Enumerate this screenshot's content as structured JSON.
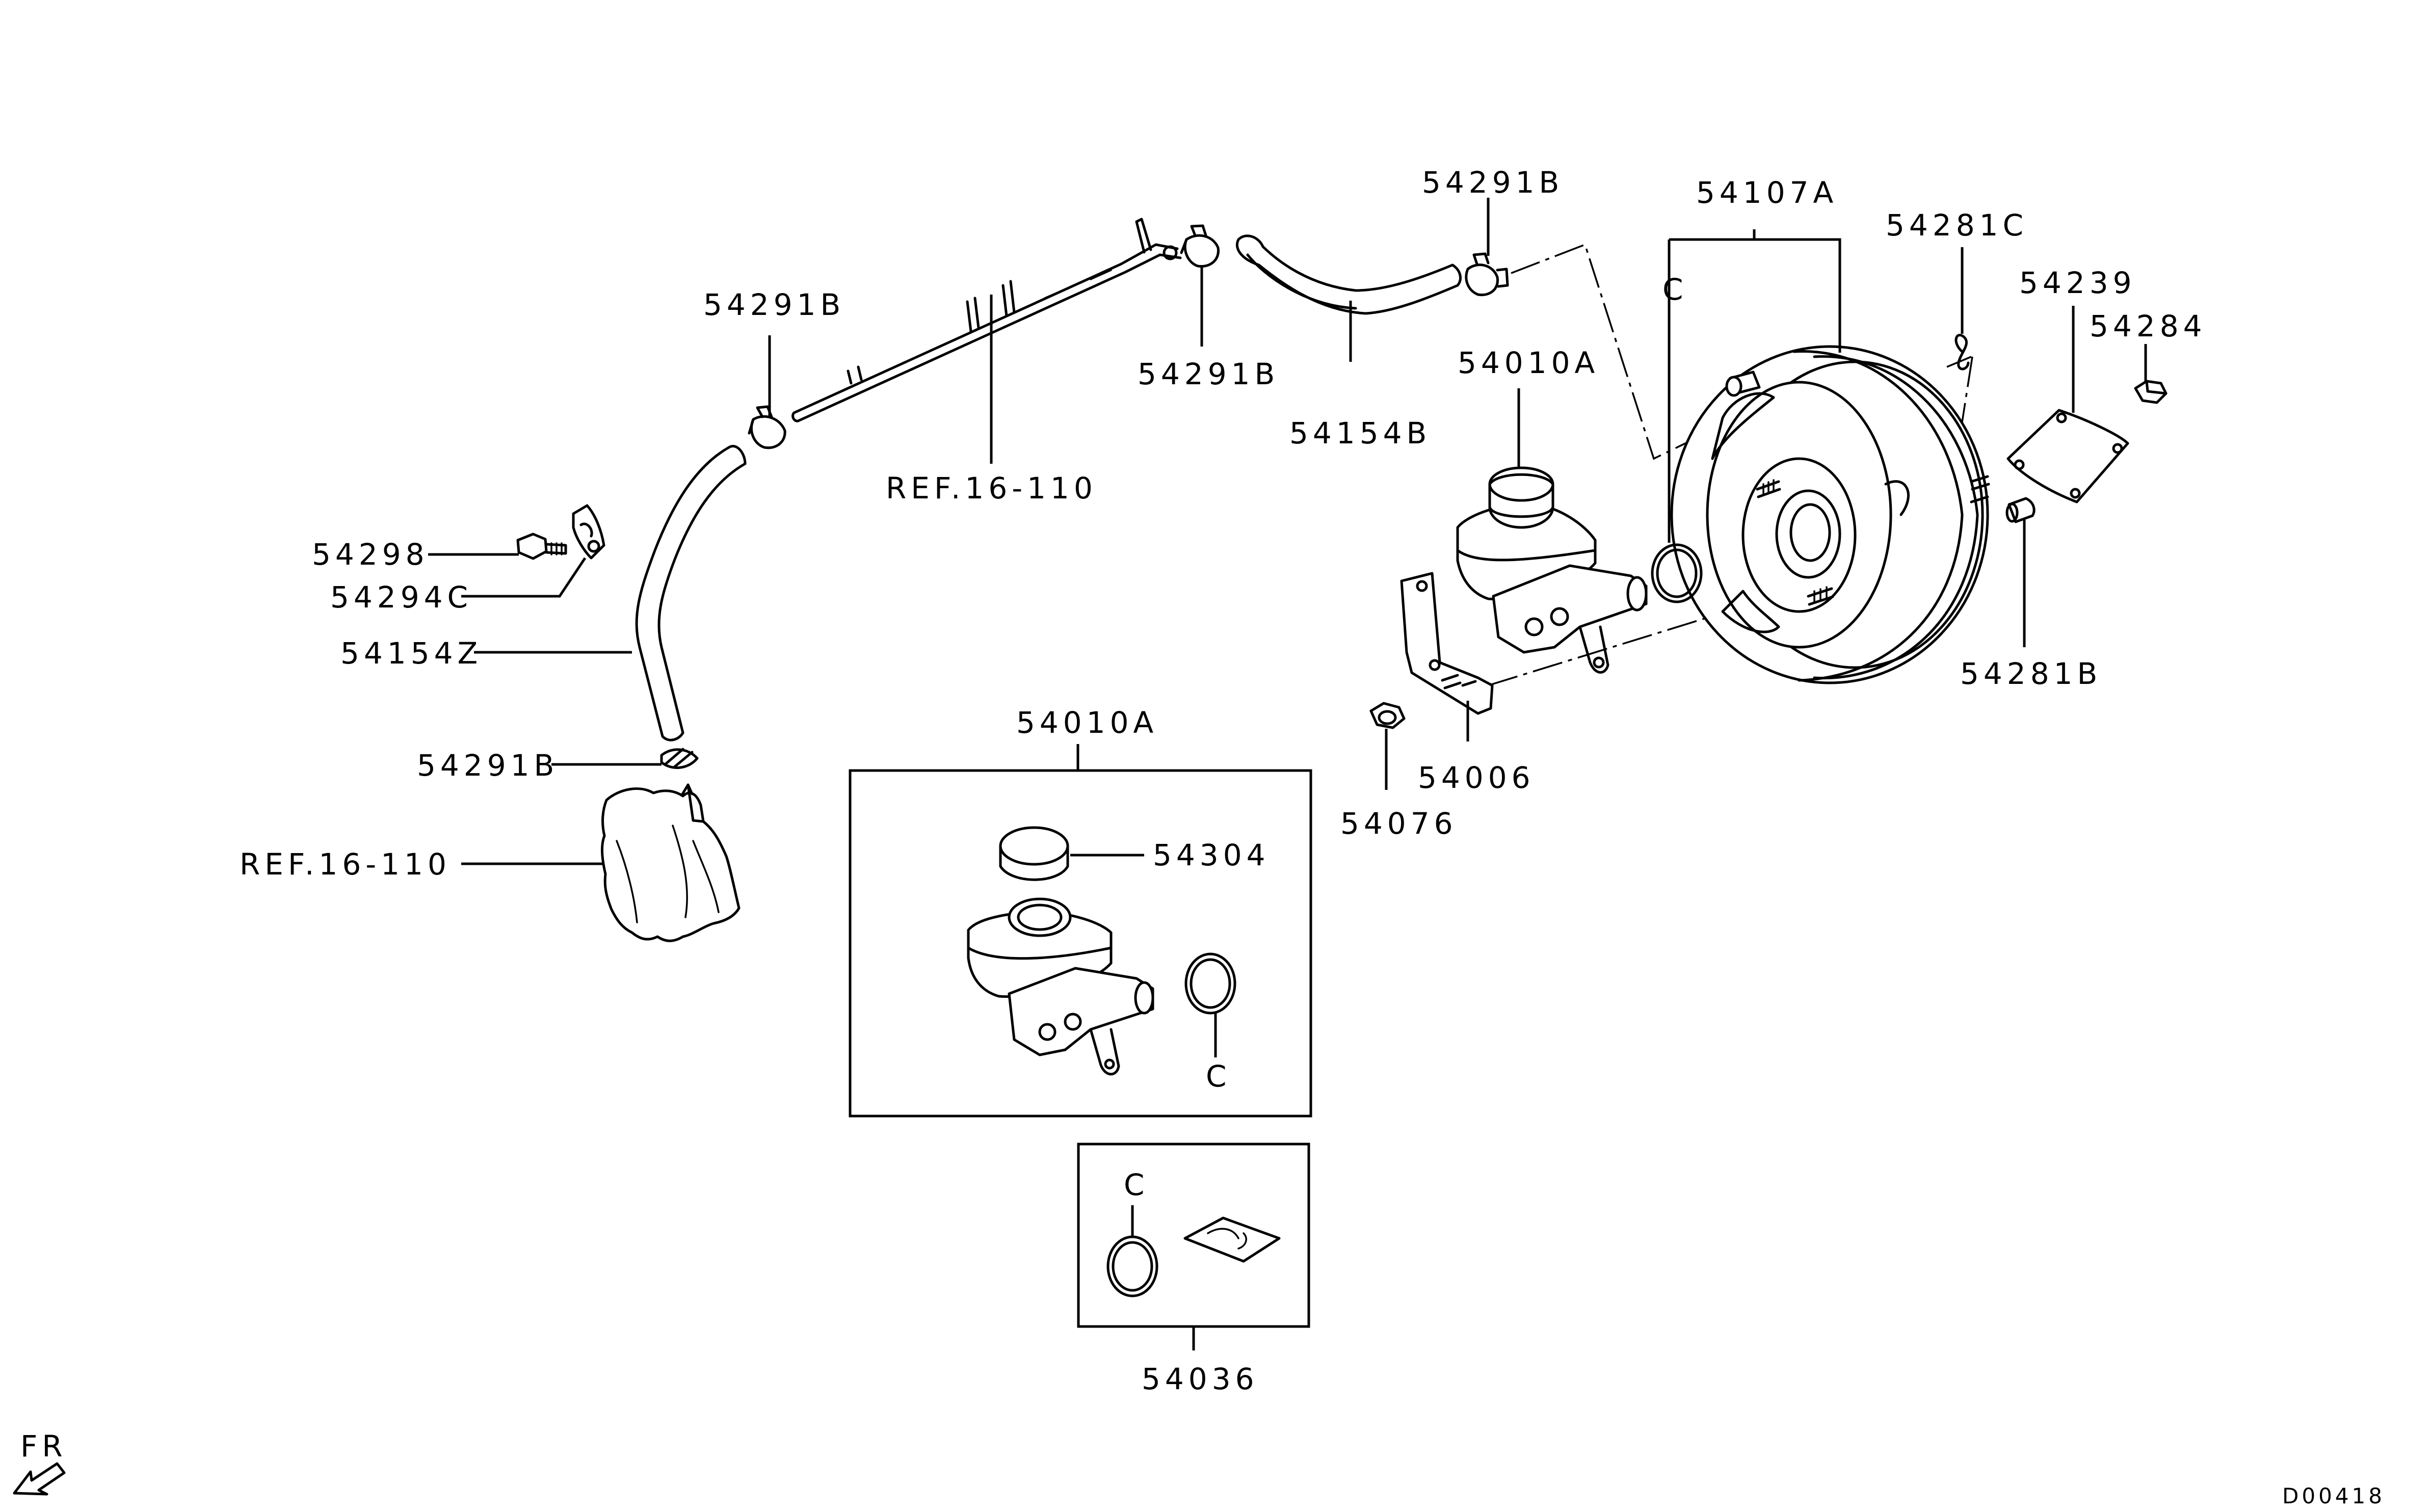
{
  "labels": {
    "p54291b_top_left": "54291B",
    "p54291b_mid": "54291B",
    "p54291b_top_right": "54291B",
    "p54291b_bottom": "54291B",
    "p54107a": "54107A",
    "p54281c": "54281C",
    "p54239": "54239",
    "p54284": "54284",
    "p54010a_main": "54010A",
    "p54154b": "54154B",
    "ref_pipe": "REF.16-110",
    "ref_transmission": "REF.16-110",
    "p54298": "54298",
    "p54294c": "54294C",
    "p54154z": "54154Z",
    "p54281b": "54281B",
    "p54006": "54006",
    "p54076": "54076",
    "p54010a_box": "54010A",
    "p54304": "54304",
    "p54036": "54036",
    "c_booster": "C",
    "c_box1": "C",
    "c_box2": "C"
  },
  "footer": {
    "front_marker": "FR",
    "drawing_code": "D00418"
  }
}
